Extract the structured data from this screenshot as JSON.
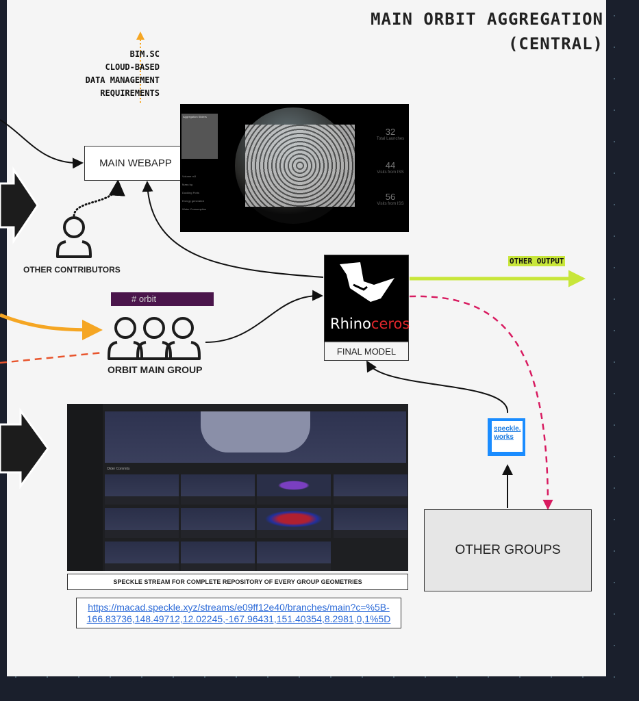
{
  "title": {
    "line1": "MAIN ORBIT AGGREGATION",
    "line2": "(CENTRAL)"
  },
  "bim": {
    "lines": [
      "BIM.SC",
      "CLOUD-BASED",
      "DATA MANAGEMENT",
      "REQUIREMENTS"
    ]
  },
  "nodes": {
    "main_webapp": "MAIN WEBAPP",
    "other_contributors": "OTHER CONTRIBUTORS",
    "orbit_main_group": "ORBIT MAIN GROUP",
    "slack_channel": "# orbit",
    "final_model": "FINAL MODEL",
    "other_output": "OTHER OUTPUT",
    "other_groups": "OTHER GROUPS"
  },
  "rhino": {
    "text_a": "Rhino",
    "text_b": "ceros"
  },
  "webapp_shot": {
    "panel_title": "Aggregation Sliders",
    "metrics": [
      "Volume m3",
      "Mass kg",
      "Docking Ports",
      "Energy generated",
      "Water Consumption"
    ],
    "stats": [
      {
        "value": "32",
        "label": "Total Launches"
      },
      {
        "value": "44",
        "label": "Visits from ISS"
      },
      {
        "value": "56",
        "label": "Visits from ISS"
      }
    ]
  },
  "speckle_shot": {
    "section": "Older Commits"
  },
  "speckle_caption": "SPECKLE STREAM FOR COMPLETE REPOSITORY OF EVERY GROUP GEOMETRIES",
  "url": {
    "line1": "https://macad.speckle.xyz/streams/e09ff12e40/branches/main?c=%5B-",
    "line2": "166.83736,148.49712,12.02245,-167.96431,151.40354,8.2981,0,1%5D"
  },
  "speckle_works": {
    "line1": "speckle.",
    "line2": "works"
  },
  "colors": {
    "other_output": "#c8e63a",
    "slack": "#4a154b",
    "pink_dash": "#d81b60",
    "orange": "#f5a623",
    "red_dash": "#e8542c"
  }
}
